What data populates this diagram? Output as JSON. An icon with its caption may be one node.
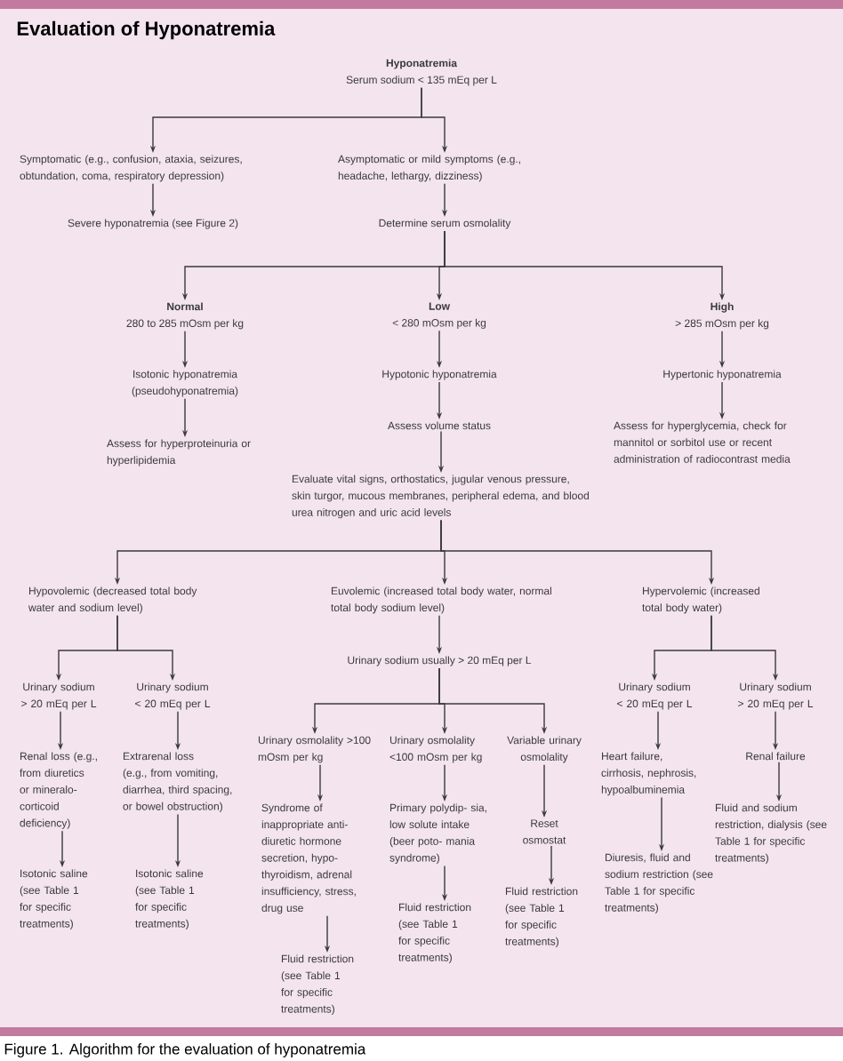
{
  "diagram": {
    "title": "Evaluation of Hyponatremia",
    "caption": "Figure 1. Algorithm for the evaluation of hyponatremia",
    "nodes": [
      {
        "text": [
          "Hyponatremia",
          "Serum sodium < 135 mEq per L"
        ]
      },
      {
        "text": [
          "Symptomatic (e.g., confusion, ataxia, seizures, obtundation, coma, respiratory depression)"
        ]
      },
      {
        "text": [
          "Asymptomatic or mild symptoms (e.g., headache, lethargy, dizziness)"
        ]
      },
      {
        "text": [
          "Severe hyponatremia (see Figure 2)"
        ]
      },
      {
        "text": [
          "Determine serum osmolality"
        ]
      },
      {
        "text": [
          "Normal",
          "280 to 285 mOsm per kg"
        ]
      },
      {
        "text": [
          "Low",
          "< 280 mOsm per kg"
        ]
      },
      {
        "text": [
          "High",
          "> 285 mOsm per kg"
        ]
      },
      {
        "text": [
          "Isotonic hyponatremia (pseudohyponatremia)"
        ]
      },
      {
        "text": [
          "Hypotonic hyponatremia"
        ]
      },
      {
        "text": [
          "Hypertonic hyponatremia"
        ]
      },
      {
        "text": [
          "Assess for hyperproteinuria or hyperlipidemia"
        ]
      },
      {
        "text": [
          "Assess volume status"
        ]
      },
      {
        "text": [
          "Assess for hyperglycemia, check for mannitol or sorbitol use or recent administration of radiocontrast media"
        ]
      },
      {
        "text": [
          "Evaluate vital signs, orthostatics, jugular venous pressure, skin turgor, mucous membranes, peripheral edema, and blood urea nitrogen and uric acid levels"
        ]
      },
      {
        "text": [
          "Hypovolemic (decreased total body water and sodium level)"
        ]
      },
      {
        "text": [
          "Euvolemic (increased total body water, normal total body sodium level)"
        ]
      },
      {
        "text": [
          "Hypervolemic (increased total body water)"
        ]
      },
      {
        "text": [
          "Urinary sodium usually > 20 mEq per L"
        ]
      },
      {
        "text": [
          "Urinary sodium > 20 mEq per L"
        ]
      },
      {
        "text": [
          "Urinary sodium < 20 mEq per L"
        ]
      },
      {
        "text": [
          "Urinary osmolality >100 mOsm per kg"
        ]
      },
      {
        "text": [
          "Urinary osmolality <100 mOsm per kg"
        ]
      },
      {
        "text": [
          "Variable urinary osmolality"
        ]
      },
      {
        "text": [
          "Urinary sodium < 20 mEq per L"
        ]
      },
      {
        "text": [
          "Urinary sodium > 20 mEq per L"
        ]
      },
      {
        "text": [
          "Renal loss (e.g., from diuretics or mineralo- corticoid deficiency)"
        ]
      },
      {
        "text": [
          "Extrarenal loss (e.g., from vomiting, diarrhea, third spacing, or bowel obstruction)"
        ]
      },
      {
        "text": [
          "Syndrome of inappropriate anti- diuretic hormone secretion, hypo- thyroidism, adrenal insufficiency, stress, drug use"
        ]
      },
      {
        "text": [
          "Primary polydip- sia, low solute intake (beer poto- mania syndrome)"
        ]
      },
      {
        "text": [
          "Reset osmostat"
        ]
      },
      {
        "text": [
          "Heart failure, cirrhosis, nephrosis, hypoalbuminemia"
        ]
      },
      {
        "text": [
          "Renal failure"
        ]
      },
      {
        "text": [
          "Isotonic saline (see Table 1 for specific treatments)"
        ]
      },
      {
        "text": [
          "Isotonic saline (see Table 1 for specific treatments)"
        ]
      },
      {
        "text": [
          "Fluid restriction (see Table 1 for specific treatments)"
        ]
      },
      {
        "text": [
          "Fluid restriction (see Table 1 for specific treatments)"
        ]
      },
      {
        "text": [
          "Fluid restriction (see Table 1 for specific treatments)"
        ]
      },
      {
        "text": [
          "Diuresis, fluid and sodium restriction (see Table 1 for specific treatments)"
        ]
      },
      {
        "text": [
          "Fluid and sodium restriction, dialysis (see Table 1 for specific treatments)"
        ]
      }
    ],
    "edges": [
      {
        "from": 0,
        "to": 1,
        "arrow": "to"
      },
      {
        "from": 0,
        "to": 2,
        "arrow": "to"
      },
      {
        "from": 1,
        "to": 3,
        "arrow": "to"
      },
      {
        "from": 2,
        "to": 4,
        "arrow": "to"
      },
      {
        "from": 4,
        "to": 5,
        "arrow": "to"
      },
      {
        "from": 4,
        "to": 6,
        "arrow": "to"
      },
      {
        "from": 4,
        "to": 7,
        "arrow": "to"
      },
      {
        "from": 5,
        "to": 8,
        "arrow": "to"
      },
      {
        "from": 8,
        "to": 11,
        "arrow": "to"
      },
      {
        "from": 6,
        "to": 9,
        "arrow": "to"
      },
      {
        "from": 9,
        "to": 12,
        "arrow": "to"
      },
      {
        "from": 12,
        "to": 14,
        "arrow": "to"
      },
      {
        "from": 7,
        "to": 10,
        "arrow": "to"
      },
      {
        "from": 10,
        "to": 13,
        "arrow": "to"
      },
      {
        "from": 14,
        "to": 15,
        "arrow": "to"
      },
      {
        "from": 14,
        "to": 16,
        "arrow": "to"
      },
      {
        "from": 14,
        "to": 17,
        "arrow": "to"
      },
      {
        "from": 15,
        "to": 19,
        "arrow": "to"
      },
      {
        "from": 15,
        "to": 20,
        "arrow": "to"
      },
      {
        "from": 16,
        "to": 18,
        "arrow": "to"
      },
      {
        "from": 18,
        "to": 21,
        "arrow": "to"
      },
      {
        "from": 18,
        "to": 22,
        "arrow": "to"
      },
      {
        "from": 18,
        "to": 23,
        "arrow": "to"
      },
      {
        "from": 17,
        "to": 24,
        "arrow": "to"
      },
      {
        "from": 17,
        "to": 25,
        "arrow": "to"
      },
      {
        "from": 19,
        "to": 26,
        "arrow": "to"
      },
      {
        "from": 26,
        "to": 33,
        "arrow": "to"
      },
      {
        "from": 20,
        "to": 27,
        "arrow": "to"
      },
      {
        "from": 27,
        "to": 34,
        "arrow": "to"
      },
      {
        "from": 21,
        "to": 28,
        "arrow": "to"
      },
      {
        "from": 28,
        "to": 35,
        "arrow": "to"
      },
      {
        "from": 22,
        "to": 29,
        "arrow": "to"
      },
      {
        "from": 29,
        "to": 36,
        "arrow": "to"
      },
      {
        "from": 23,
        "to": 30,
        "arrow": "to"
      },
      {
        "from": 30,
        "to": 37,
        "arrow": "to"
      },
      {
        "from": 24,
        "to": 31,
        "arrow": "to"
      },
      {
        "from": 31,
        "to": 38,
        "arrow": "to"
      },
      {
        "from": 25,
        "to": 32,
        "arrow": "to"
      },
      {
        "from": 32,
        "to": 39,
        "arrow": "to"
      }
    ]
  }
}
